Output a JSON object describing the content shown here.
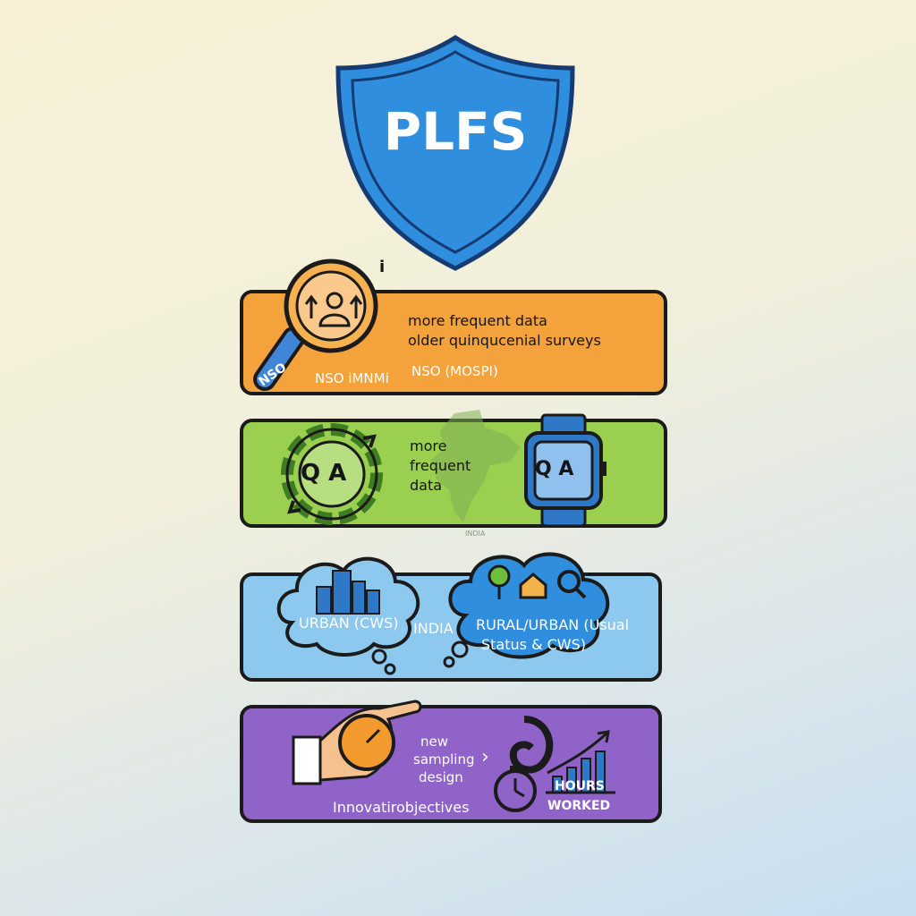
{
  "shield": {
    "title": "PLFS",
    "dot": "i"
  },
  "panel1": {
    "line1": "more frequent data",
    "line2": "older quinqucenial surveys",
    "badge": "NSO",
    "label_left": "NSO iMNMi",
    "label_right": "NSO (MOSPI)",
    "color": "#f4a23c"
  },
  "panel2": {
    "gear_text": "Q A",
    "line1": "more",
    "line2": "frequent",
    "line3": "data",
    "map_label": "INDIA",
    "watch_text": "Q A",
    "color": "#9bcf4f"
  },
  "panel3": {
    "urban_label": "URBAN (CWS)",
    "center_label": "INDIA",
    "rural_line1": "RURAL/URBAN (Usual",
    "rural_line2": "Status & CWS)",
    "color": "#8dc8ee"
  },
  "panel4": {
    "line1": "new",
    "line2": "sampling",
    "line3": "design",
    "arrow": "›",
    "bottom_left": "Innovatirobjectives",
    "hours_line1": "HOURS",
    "hours_line2": "WORKED",
    "color": "#8f63c8"
  }
}
